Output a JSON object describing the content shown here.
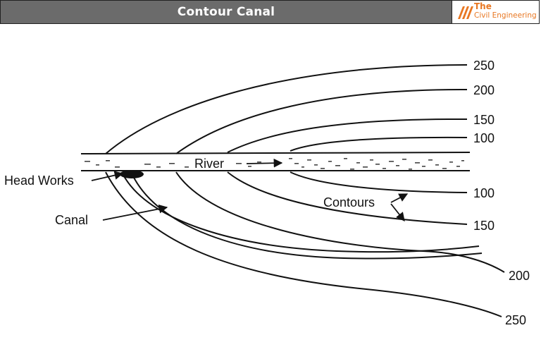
{
  "header": {
    "title": "Contour Canal",
    "logo": {
      "the": "The",
      "name": "Civil Engineering"
    }
  },
  "diagram": {
    "labels": {
      "river": "River",
      "head_works": "Head Works",
      "canal": "Canal",
      "contours": "Contours"
    },
    "contour_values": [
      "250",
      "200",
      "150",
      "100",
      "100",
      "150",
      "200",
      "250"
    ]
  },
  "colors": {
    "header_bg": "#6b6b6b",
    "logo_accent": "#e87722",
    "ink": "#111111"
  }
}
